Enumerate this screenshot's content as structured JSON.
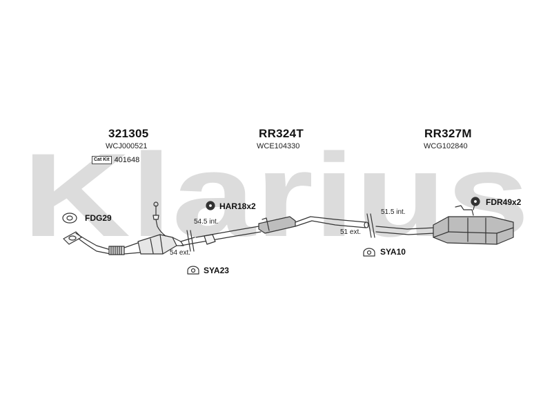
{
  "watermark": {
    "text": "Klarius",
    "color": "#dcdcdc"
  },
  "sections": [
    {
      "part_number": "321305",
      "ref_code": "WCJ000521"
    },
    {
      "part_number": "RR324T",
      "ref_code": "WCE104330"
    },
    {
      "part_number": "RR327M",
      "ref_code": "WCG102840"
    }
  ],
  "cat_kit": {
    "label": "Cat Kit",
    "number": "401648"
  },
  "accessories": {
    "fdg29": "FDG29",
    "har18x2": "HAR18x2",
    "sya23": "SYA23",
    "sya10": "SYA10",
    "fdr49x2": "FDR49x2"
  },
  "dimensions": {
    "d1": "54.5 int.",
    "d2": "54 ext.",
    "d3": "51.5 int.",
    "d4": "51 ext."
  },
  "colors": {
    "line": "#333333",
    "muffler_fill": "#bdbdbd",
    "pipe_fill": "#f4f4f4"
  }
}
